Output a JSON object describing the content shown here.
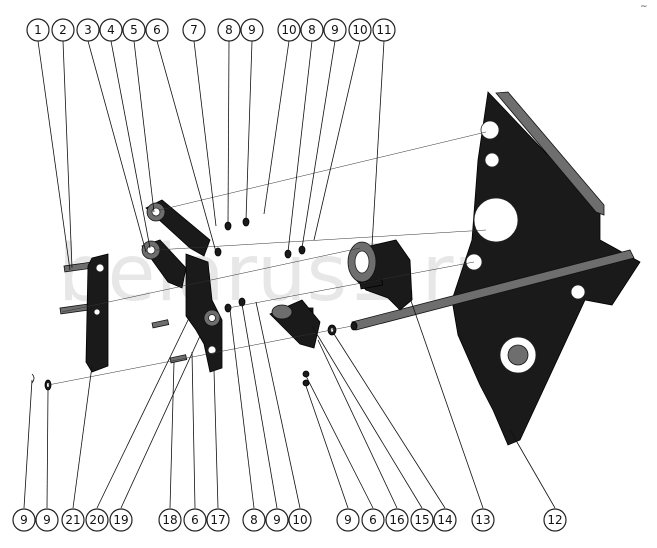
{
  "watermark": "belarus1.ru",
  "corner_mark": "~",
  "callouts_top": [
    "1",
    "2",
    "3",
    "4",
    "5",
    "6",
    "7",
    "8",
    "9",
    "10",
    "8",
    "9",
    "10",
    "11"
  ],
  "callouts_bottom": [
    "9",
    "9",
    "21",
    "20",
    "19",
    "18",
    "6",
    "17",
    "8",
    "9",
    "10",
    "9",
    "6",
    "16",
    "15",
    "14",
    "13",
    "12"
  ]
}
